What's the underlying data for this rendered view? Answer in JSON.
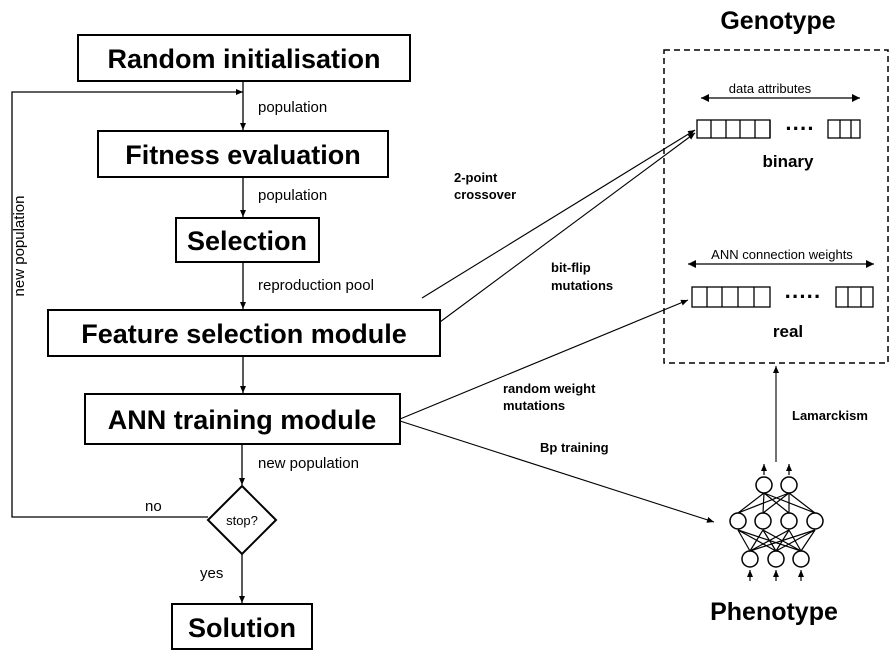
{
  "flow": {
    "random_init": "Random initialisation",
    "fitness": "Fitness evaluation",
    "selection": "Selection",
    "feature_module": "Feature selection module",
    "ann_module": "ANN training module",
    "stop": "stop?",
    "solution": "Solution"
  },
  "edges": {
    "population_1": "population",
    "population_2": "population",
    "reproduction_pool": "reproduction pool",
    "new_population_down": "new population",
    "no": "no",
    "yes": "yes",
    "new_population_loop": "new population"
  },
  "operators": {
    "two_point_l1": "2-point",
    "two_point_l2": "crossover",
    "bitflip_l1": "bit-flip",
    "bitflip_l2": "mutations",
    "random_weight_l1": "random weight",
    "random_weight_l2": "mutations",
    "bp_training": "Bp training",
    "lamarckism": "Lamarckism"
  },
  "genotype": {
    "title": "Genotype",
    "data_attributes": "data attributes",
    "binary_dots": "····",
    "binary": "binary",
    "ann_weights": "ANN connection weights",
    "real_dots": "·····",
    "real": "real"
  },
  "phenotype": {
    "title": "Phenotype"
  }
}
